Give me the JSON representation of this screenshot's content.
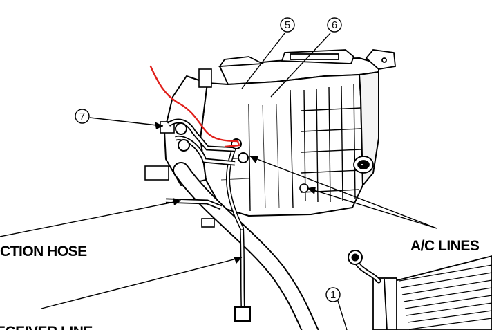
{
  "callouts": {
    "c5": "5",
    "c6": "6",
    "c7": "7",
    "c1": "1"
  },
  "labels": {
    "suction_hose": "CTION HOSE",
    "ac_lines": "A/C LINES",
    "receiver_line": "ECEIVER LINE"
  },
  "colors": {
    "line": "#000000",
    "annotation": "#e0201b",
    "background": "#ffffff"
  }
}
